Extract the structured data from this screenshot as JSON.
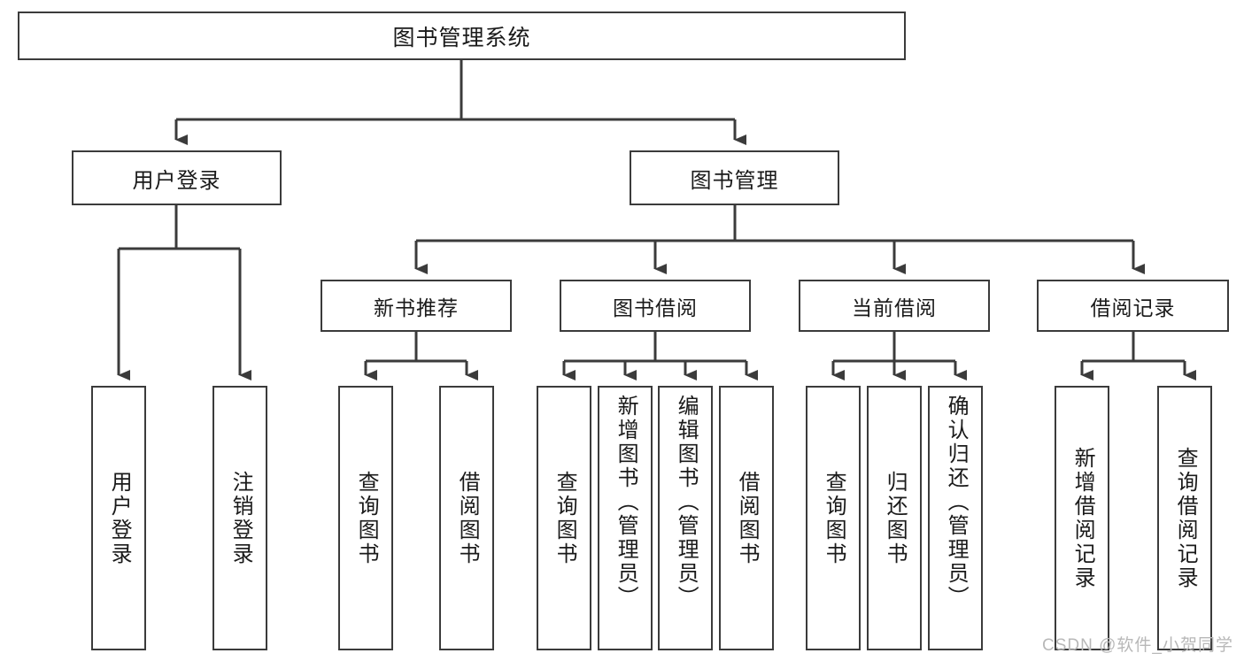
{
  "diagram": {
    "type": "tree",
    "title": "图书管理系统",
    "root": {
      "label": "图书管理系统"
    },
    "level2": [
      {
        "id": "user-login",
        "label": "用户登录"
      },
      {
        "id": "book-management",
        "label": "图书管理"
      }
    ],
    "level3": [
      {
        "id": "new-book-recommend",
        "label": "新书推荐",
        "parent": "book-management"
      },
      {
        "id": "book-borrow",
        "label": "图书借阅",
        "parent": "book-management"
      },
      {
        "id": "current-borrow",
        "label": "当前借阅",
        "parent": "book-management"
      },
      {
        "id": "borrow-record",
        "label": "借阅记录",
        "parent": "book-management"
      }
    ],
    "leaves": [
      {
        "id": "leaf-user-login",
        "label": "用户登录",
        "parent": "user-login"
      },
      {
        "id": "leaf-user-logout",
        "label": "注销登录",
        "parent": "user-login"
      },
      {
        "id": "leaf-query-book-1",
        "label": "查询图书",
        "parent": "new-book-recommend"
      },
      {
        "id": "leaf-borrow-book-1",
        "label": "借阅图书",
        "parent": "new-book-recommend"
      },
      {
        "id": "leaf-query-book-2",
        "label": "查询图书",
        "parent": "book-borrow"
      },
      {
        "id": "leaf-add-book",
        "label": "新增图书（管理员）",
        "parent": "book-borrow"
      },
      {
        "id": "leaf-edit-book",
        "label": "编辑图书（管理员）",
        "parent": "book-borrow"
      },
      {
        "id": "leaf-borrow-book-2",
        "label": "借阅图书",
        "parent": "book-borrow"
      },
      {
        "id": "leaf-query-book-3",
        "label": "查询图书",
        "parent": "current-borrow"
      },
      {
        "id": "leaf-return-book",
        "label": "归还图书",
        "parent": "current-borrow"
      },
      {
        "id": "leaf-confirm-return",
        "label": "确认归还（管理员）",
        "parent": "current-borrow"
      },
      {
        "id": "leaf-add-record",
        "label": "新增借阅记录",
        "parent": "borrow-record"
      },
      {
        "id": "leaf-query-record",
        "label": "查询借阅记录",
        "parent": "borrow-record"
      }
    ],
    "colors": {
      "stroke": "#3b3b3b",
      "fill": "#ffffff",
      "text": "#1a1a1a",
      "watermark": "#b8b8b8"
    }
  },
  "watermark": {
    "text": "CSDN @软件_小贺同学"
  }
}
